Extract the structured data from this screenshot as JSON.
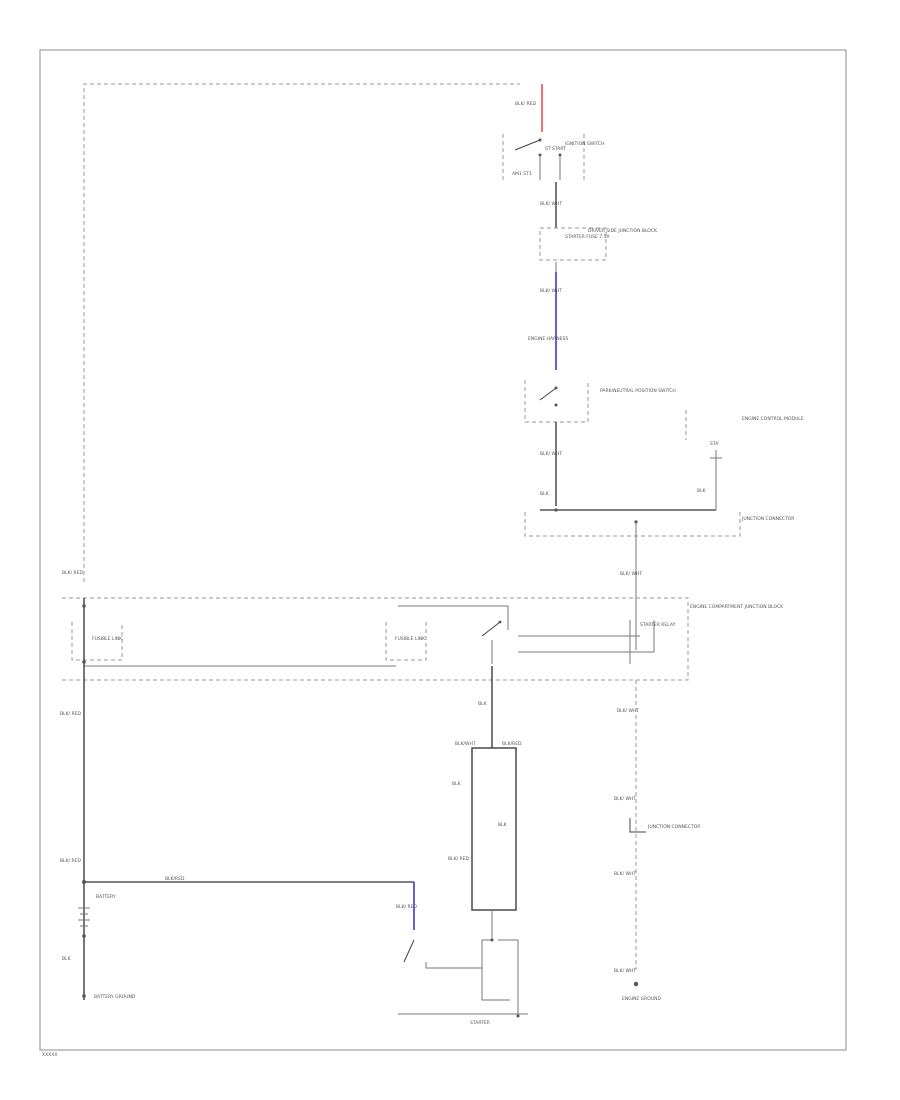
{
  "colors": {
    "frame": "#8c8c8c",
    "wire": "#7a7a7a",
    "wire_red": "#e8333b",
    "wire_blue": "#3a3ad8",
    "background": "#ffffff"
  },
  "labels": {
    "ign_sw_wire": "BLK/ RED",
    "ign_sw": "IGNITION SWITCH",
    "ign_sw_pos": "ST START",
    "ign_sw_terms": "AM1 ST1",
    "wire_ign_out": "BLK/ WHT",
    "fuse_block": "DRIVER SIDE JUNCTION BLOCK",
    "fuse": "STARTER FUSE 7.5A",
    "wire_fuse_out": "BLK/ WHT",
    "conn_ref": "ENGINE HARNESS",
    "neutral_sw": "PARK/NEUTRAL POSITION SWITCH",
    "engine_ecm": "ENGINE CONTROL MODULE",
    "wire_ns_out": "BLK/ WHT",
    "wire_ns_b": "BLK",
    "wire_ecm": "BLK",
    "ecm_term": "STA",
    "junction_conn": "JUNCTION CONNECTOR",
    "wire_jc": "BLK/ WHT",
    "relay_wire_left": "BLK/ RED",
    "relay_block": "ENGINE COMPARTMENT JUNCTION BLOCK",
    "fuse_left": "FUSIBLE LINK",
    "fuse_mid": "FUSIBLE LINK",
    "starter_relay": "STARTER RELAY",
    "wire_left_down": "BLK/ RED",
    "wire_relay_out": "BLK",
    "wire_right_down": "BLK/ WHT",
    "starter_box_top_l": "BLK/WHT",
    "starter_box_top_r": "BLK/RED",
    "starter_box_l": "BLK",
    "starter_box_r": "BLK",
    "starter_box_wire": "BLK/ RED",
    "jc2": "JUNCTION CONNECTOR",
    "wire_jc2_in": "BLK/ WHT",
    "wire_jc2_out": "BLK/ WHT",
    "batt_wire": "BLK/ RED",
    "batt_label": "BATTERY",
    "batt_strap": "BLK/RED",
    "batt_wire_b": "BLK",
    "batt_ground": "BATTERY GROUND",
    "starter_wire_blue": "BLK/ RED",
    "starter": "STARTER",
    "ground_wire": "BLK/ WHT",
    "ground": "ENGINE GROUND",
    "footer": "XXXXX"
  }
}
